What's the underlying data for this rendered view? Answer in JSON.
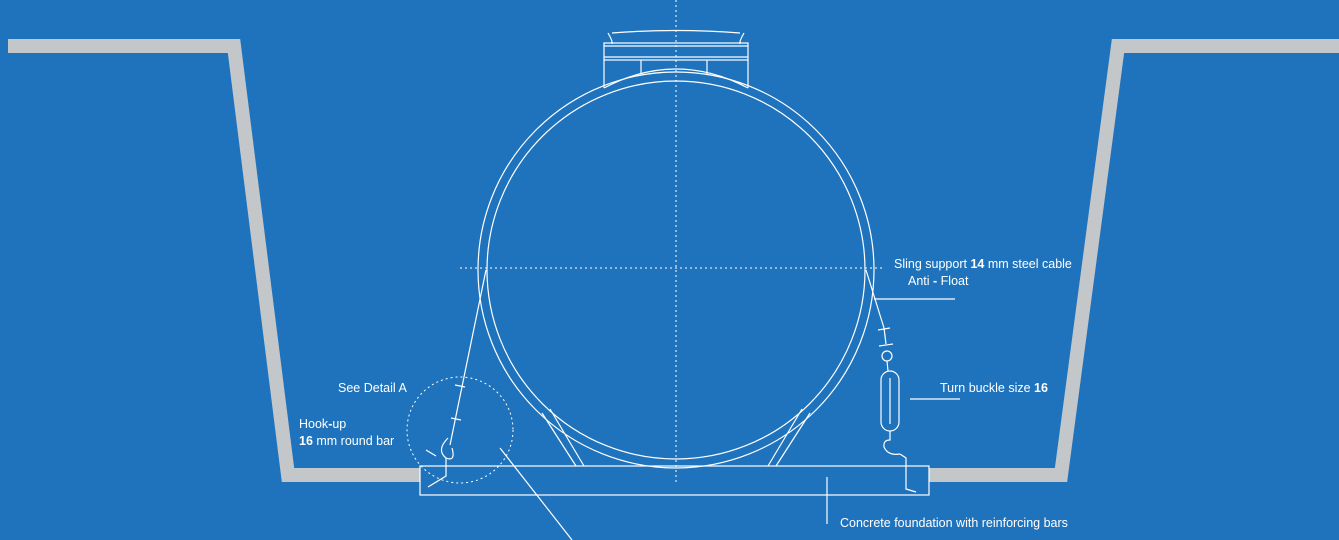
{
  "colors": {
    "background": "#1f73bd",
    "trench_wall": "#c4c7ca",
    "line": "#ffffff"
  },
  "labels": {
    "sling_prefix": "Sling support ",
    "sling_size": "14",
    "sling_suffix": " mm steel cable",
    "anti_float_a": "Anti ",
    "anti_float_dash": "-",
    "anti_float_b": " Float",
    "turn_buckle_prefix": "Turn buckle size ",
    "turn_buckle_size": "16",
    "see_detail": "See Detail A",
    "hook_up_a": "Hook",
    "hook_up_dash": "-",
    "hook_up_b": "up",
    "round_bar_size": "16",
    "round_bar_suffix": " mm round bar",
    "foundation": "Concrete foundation with reinforcing bars"
  }
}
